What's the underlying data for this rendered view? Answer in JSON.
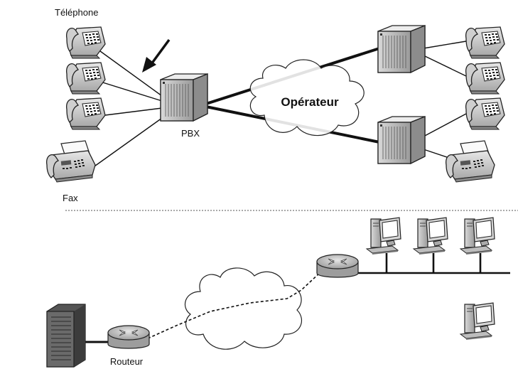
{
  "labels": {
    "telephone": "Téléphone",
    "fax": "Fax",
    "pbx": "PBX",
    "operator": "Opérateur",
    "router": "Routeur"
  },
  "icons": {
    "phone": "desk-phone-icon",
    "fax": "fax-machine-icon",
    "pbx": "pbx-cabinet-icon",
    "router": "router-icon",
    "server": "server-tower-icon",
    "computer": "desktop-computer-icon",
    "cloud": "cloud-icon",
    "arrow": "arrow-icon"
  },
  "colors": {
    "line": "#111111",
    "device_gray": "#bdbdbd",
    "separator": "#555555"
  }
}
